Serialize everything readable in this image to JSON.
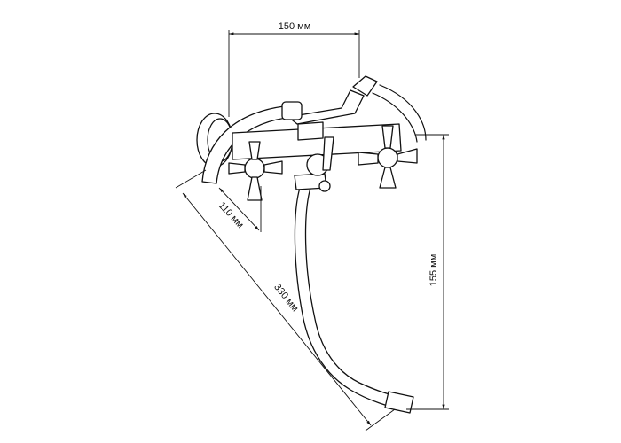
{
  "dimensions": {
    "width_top": "150 мм",
    "height_right": "155 мм",
    "spout_length": "330 мм",
    "wall_depth": "110 мм"
  },
  "colors": {
    "line": "#111111",
    "background": "#ffffff"
  }
}
